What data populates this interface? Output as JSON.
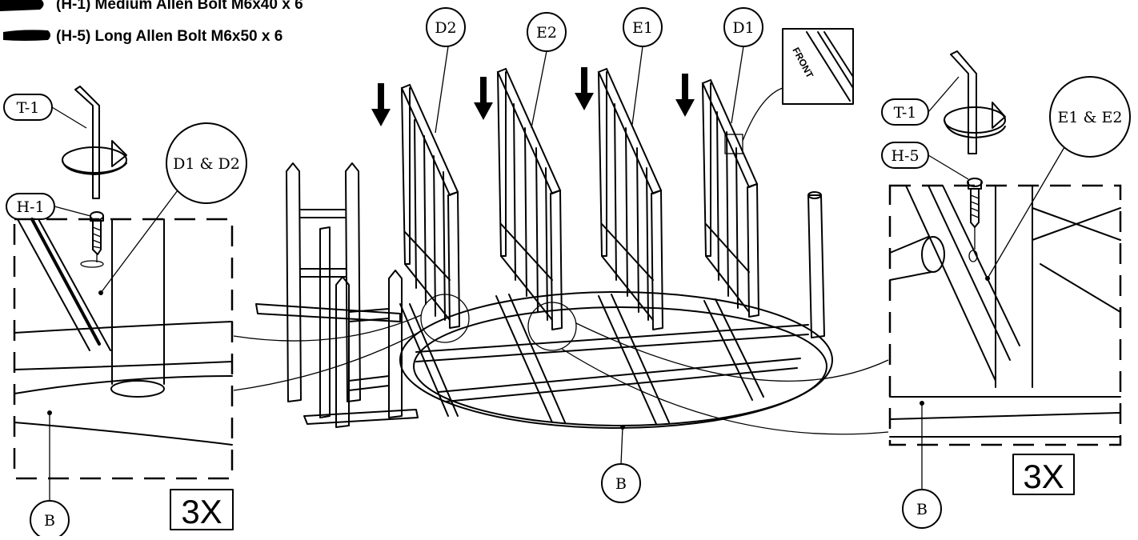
{
  "parts_list": {
    "medium_bolt": "(H-1) Medium Allen Bolt M6x40  x 6",
    "long_bolt": "(H-5) Long Allen Bolt M6x50  x 6"
  },
  "callouts": {
    "d2": "D2",
    "e2": "E2",
    "e1": "E1",
    "d1": "D1",
    "front": "FRONT",
    "t1_left": "T-1",
    "h1_left": "H-1",
    "d1_d2": "D1 & D2",
    "b_left": "B",
    "b_center": "B",
    "t1_right": "T-1",
    "h5_right": "H-5",
    "e1_e2": "E1 & E2",
    "b_right": "B"
  },
  "multipliers": {
    "left": "3X",
    "right": "3X"
  }
}
